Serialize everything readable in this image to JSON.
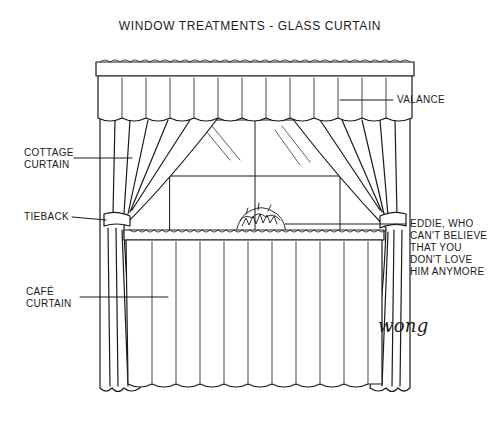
{
  "diagram": {
    "title": "WINDOW TREATMENTS - GLASS CURTAIN",
    "labels": [
      "VALANCE",
      "COTTAGE CURTAIN",
      "TIEBACK",
      "EDDIE, WHO CAN'T BELIEVE THAT YOU DON'T LOVE HIM ANYMORE",
      "CAFÉ CURTAIN",
      "wong"
    ]
  }
}
